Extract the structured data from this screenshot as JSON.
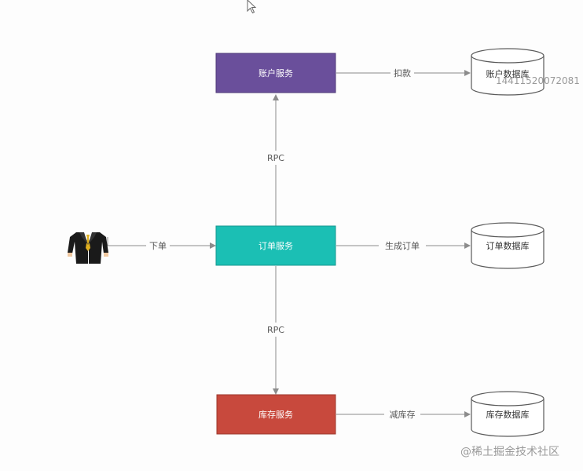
{
  "nodes": {
    "account_service": {
      "label": "账户服务",
      "fill": "#6a4f9b"
    },
    "order_service": {
      "label": "订单服务",
      "fill": "#1bbfb4"
    },
    "stock_service": {
      "label": "库存服务",
      "fill": "#c8493d"
    }
  },
  "databases": {
    "account_db": {
      "label": "账户数据库"
    },
    "order_db": {
      "label": "订单数据库"
    },
    "stock_db": {
      "label": "库存数据库"
    }
  },
  "edges": {
    "user_to_order": "下单",
    "order_to_account": "RPC",
    "order_to_stock": "RPC",
    "account_to_db": "扣款",
    "order_to_db": "生成订单",
    "stock_to_db": "减库存"
  },
  "overlay": {
    "id_text": "14411520072081",
    "watermark": "@稀土掘金技术社区"
  },
  "colors": {
    "line": "#8c8c8c",
    "db_stroke": "#5a5a5a",
    "edge_label": "#555555"
  }
}
